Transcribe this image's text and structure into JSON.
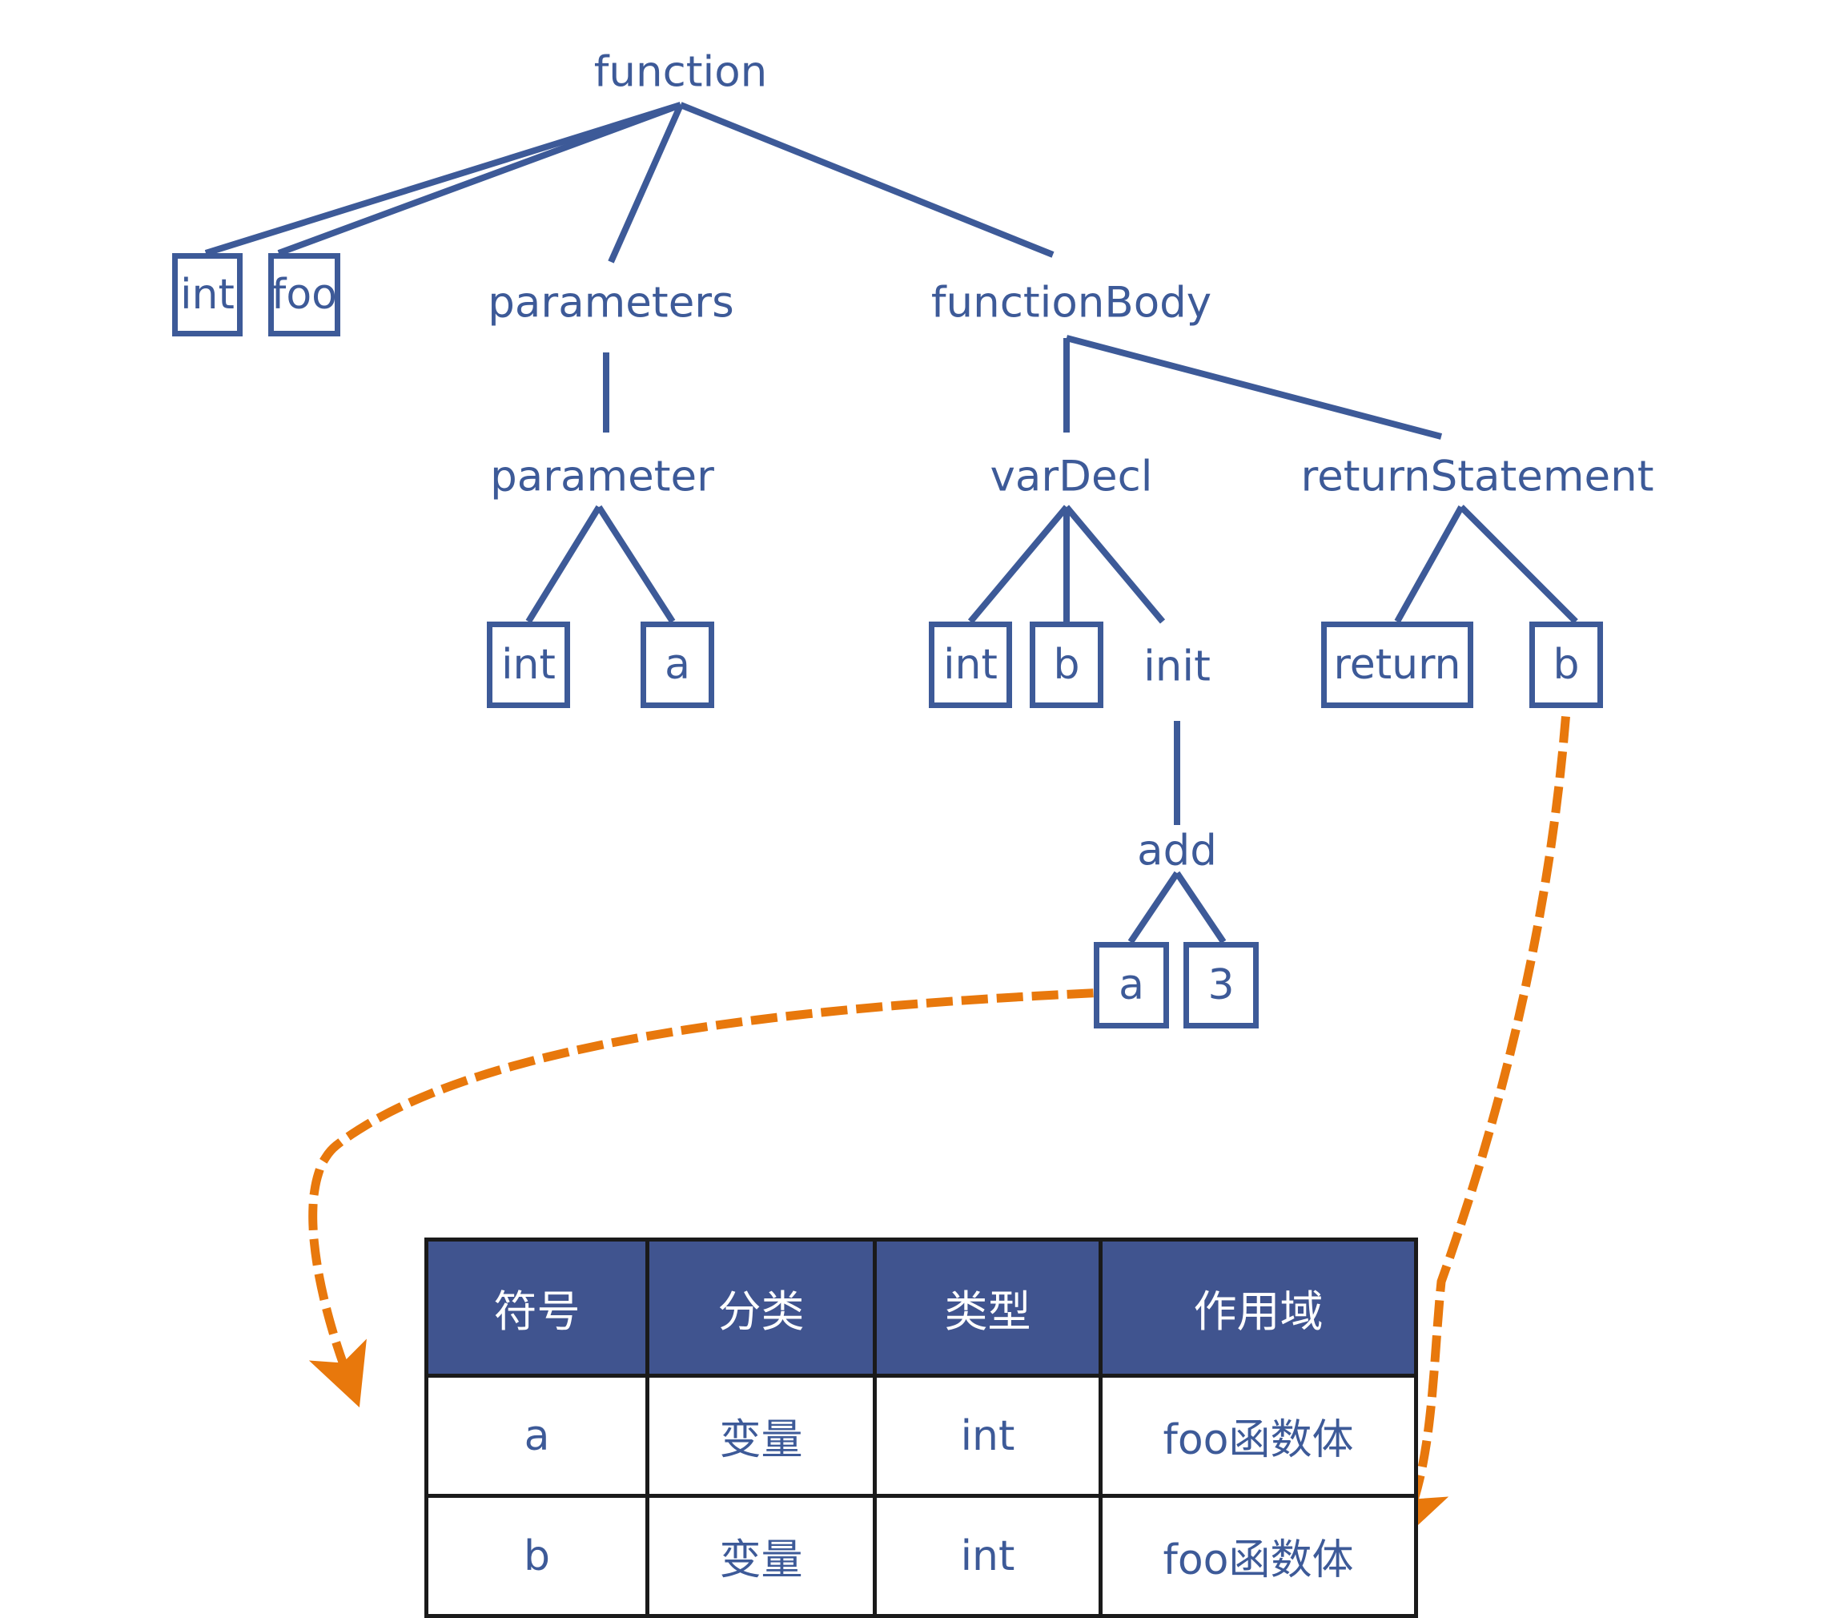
{
  "diagram": {
    "title_hidden": "",
    "colors": {
      "tree_blue": "#3d5a98",
      "table_header_bg": "#40548f",
      "table_header_text": "#ffffff",
      "table_border": "#1a1a1a",
      "arrow_orange": "#e8780c",
      "background": "#ffffff"
    },
    "tree": {
      "root": {
        "label": "function"
      },
      "level2": [
        {
          "label": "int",
          "boxed": true
        },
        {
          "label": "foo",
          "boxed": true
        },
        {
          "label": "parameters",
          "boxed": false
        },
        {
          "label": "functionBody",
          "boxed": false
        }
      ],
      "level3": [
        {
          "label": "parameter",
          "boxed": false
        },
        {
          "label": "varDecl",
          "boxed": false
        },
        {
          "label": "returnStatement",
          "boxed": false
        }
      ],
      "level4": [
        {
          "label": "int",
          "boxed": true
        },
        {
          "label": "a",
          "boxed": true
        },
        {
          "label": "int",
          "boxed": true
        },
        {
          "label": "b",
          "boxed": true
        },
        {
          "label": "init",
          "boxed": false
        },
        {
          "label": "return",
          "boxed": true
        },
        {
          "label": "b",
          "boxed": true
        }
      ],
      "level5": [
        {
          "label": "add",
          "boxed": false
        }
      ],
      "level6": [
        {
          "label": "a",
          "boxed": true
        },
        {
          "label": "3",
          "boxed": true
        }
      ]
    },
    "symbol_table": {
      "headers": [
        "符号",
        "分类",
        "类型",
        "作用域"
      ],
      "rows": [
        [
          "a",
          "变量",
          "int",
          "foo函数体"
        ],
        [
          "b",
          "变量",
          "int",
          "foo函数体"
        ]
      ]
    },
    "annotations": {
      "arrow_a_label": "",
      "arrow_b_label": ""
    }
  }
}
